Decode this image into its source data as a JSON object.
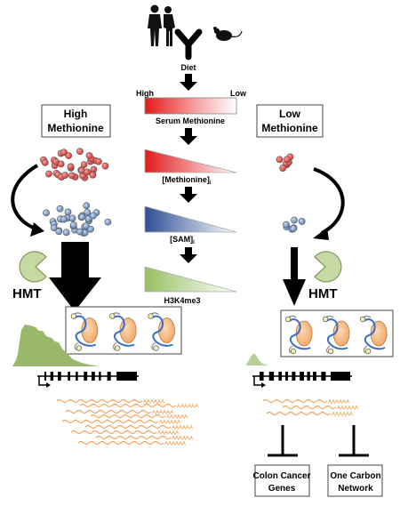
{
  "diet_label": "Diet",
  "scale_high_label": "High",
  "scale_low_label": "Low",
  "serum_label": "Serum Methionine",
  "methionine_label": "[Methionine]",
  "methionine_sub": "i",
  "sam_label": "[SAM]",
  "sam_sub": "i",
  "h3k4me3_label": "H3K4me3",
  "high_box": {
    "line1": "High",
    "line2": "Methionine"
  },
  "low_box": {
    "line1": "Low",
    "line2": "Methionine"
  },
  "hmt_label": "HMT",
  "polya_text": "AAAAAA",
  "outcome_colon": {
    "line1": "Colon Cancer",
    "line2": "Genes"
  },
  "outcome_onecarbon": {
    "line1": "One Carbon",
    "line2": "Network"
  },
  "colors": {
    "methionine_red": "#e8413c",
    "sam_blue": "#6f8fc4",
    "h3k4me3_green": "#9ab86a",
    "mrna_orange": "#f2a35c",
    "hmt_green": "#c6d8a3",
    "nucleosome_orange": "#f6c08c",
    "dna_blue": "#3b6fc4"
  }
}
